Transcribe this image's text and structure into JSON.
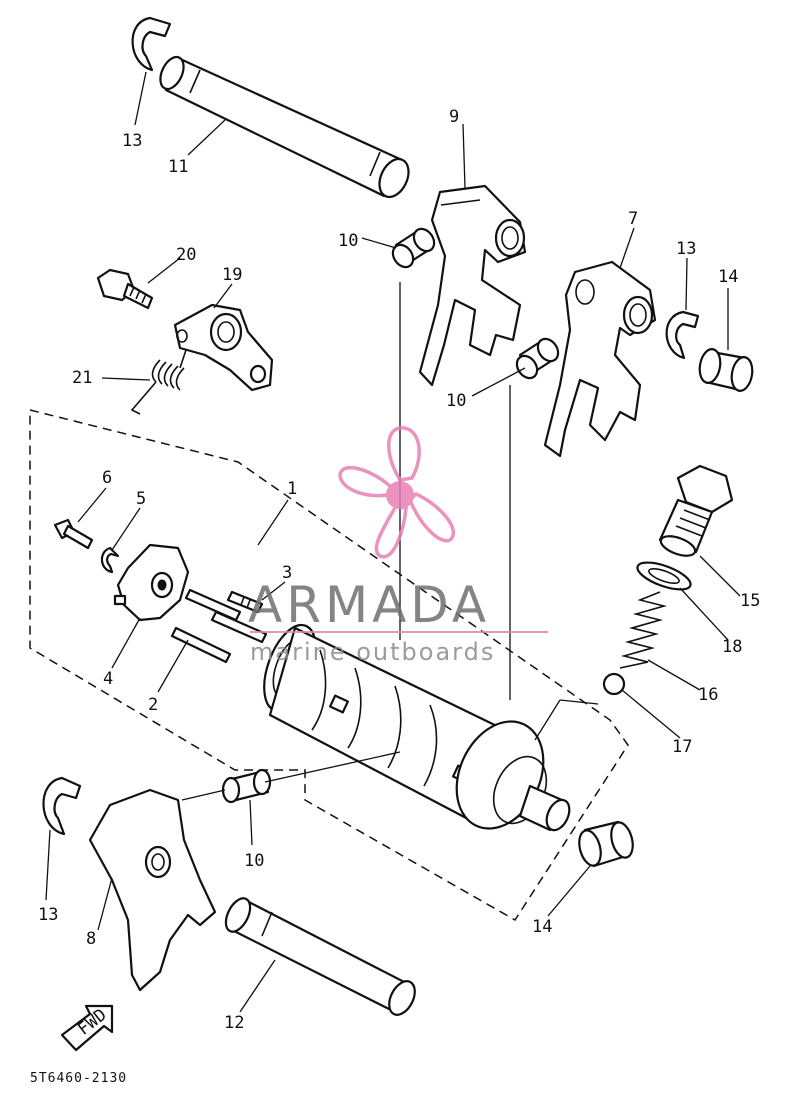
{
  "diagram": {
    "type": "exploded-parts-diagram",
    "drawing_code": "5T6460-2130",
    "direction_badge": "FWD",
    "callouts": [
      "1",
      "2",
      "3",
      "4",
      "5",
      "6",
      "7",
      "8",
      "9",
      "10",
      "11",
      "12",
      "13",
      "14",
      "15",
      "16",
      "17",
      "18",
      "19",
      "20",
      "21"
    ]
  },
  "watermark": {
    "title": "ARMADA",
    "subtitle": "marine outboards",
    "accent_color": "#e87fb4"
  },
  "colors": {
    "line": "#111111",
    "background": "#ffffff",
    "watermark_text": "#6f6f6f"
  }
}
